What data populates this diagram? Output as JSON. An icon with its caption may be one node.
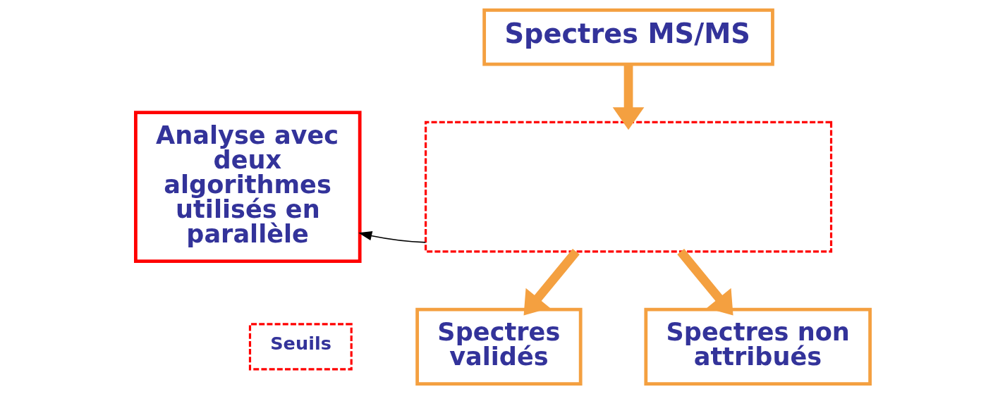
{
  "diagram": {
    "nodes": [
      {
        "text": [
          "Analyse avec deux algorithmes utilisés en parallèle"
        ]
      },
      {
        "text": [
          "Spectres MS/MS"
        ]
      },
      {
        "text": [],
        "shape": "box"
      },
      {
        "text": [
          "Seuils"
        ]
      },
      {
        "text": [
          "Spectres validés"
        ]
      },
      {
        "text": [
          "Spectres non attribués"
        ]
      }
    ],
    "edges": [
      {
        "from": 1,
        "to": 2,
        "arrow": "to"
      },
      {
        "from": 2,
        "to": 0,
        "arrow": "to",
        "color": "#000000"
      },
      {
        "from": 2,
        "to": 4,
        "arrow": "to"
      },
      {
        "from": 2,
        "to": 5,
        "arrow": "to"
      }
    ]
  }
}
